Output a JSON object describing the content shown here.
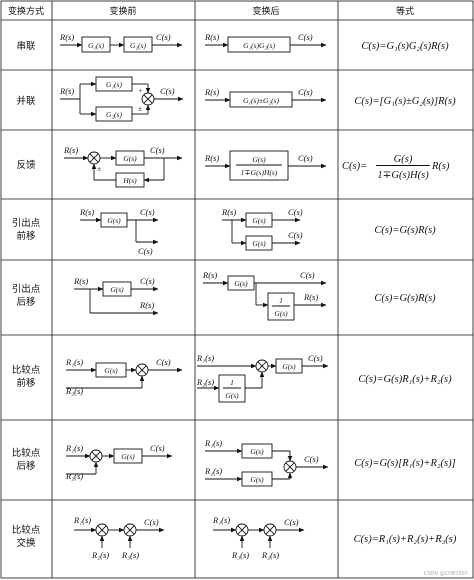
{
  "headers": {
    "method": "变换方式",
    "before": "变换前",
    "after": "变换后",
    "equation": "等式"
  },
  "rows": [
    {
      "label": "串联",
      "equation": "C(s)=G₁(s)G₂(s)R(s)"
    },
    {
      "label": "并联",
      "equation": "C(s)=[G₁(s)±G₂(s)]R(s)"
    },
    {
      "label": "反馈",
      "equation_lhs": "C(s)=",
      "equation_num": "G(s)",
      "equation_den": "1∓G(s)H(s)",
      "equation_rhs": "R(s)"
    },
    {
      "label_line1": "引出点",
      "label_line2": "前移",
      "equation": "C(s)=G(s)R(s)"
    },
    {
      "label_line1": "引出点",
      "label_line2": "后移",
      "equation": "C(s)=G(s)R(s)"
    },
    {
      "label_line1": "比较点",
      "label_line2": "前移",
      "equation": "C(s)=G(s)R₁(s)+R₂(s)"
    },
    {
      "label_line1": "比较点",
      "label_line2": "后移",
      "equation": "C(s)=G(s)[R₁(s)+R₂(s)]"
    },
    {
      "label_line1": "比较点",
      "label_line2": "交换",
      "equation": "C(s)=R₁(s)+R₂(s)+R₃(s)"
    }
  ],
  "signals": {
    "R": "R(s)",
    "C": "C(s)",
    "R1": "R₁(s)",
    "R2": "R₂(s)",
    "R3": "R₃(s)",
    "G": "G(s)",
    "G1": "G₁(s)",
    "G2": "G₂(s)",
    "H": "H(s)",
    "G1G2": "G₁(s)G₂(s)",
    "G1pmG2": "G₁(s)±G₂(s)",
    "one": "1",
    "frac_den": "1∓G(s)H(s)",
    "pm": "±",
    "plus": "+"
  },
  "watermark": "CSDN @CHB7007"
}
